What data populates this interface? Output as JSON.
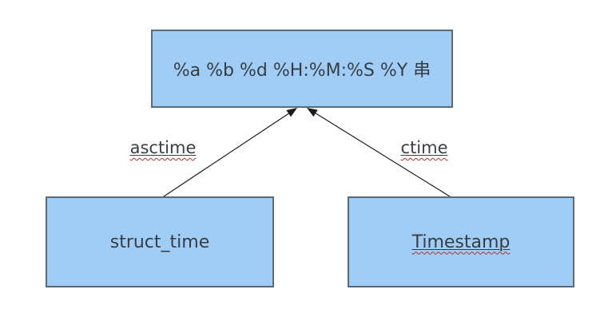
{
  "diagram": {
    "nodes": [
      {
        "id": "format-string",
        "label": "%a %b %d %H:%M:%S %Y 串",
        "underlined": false
      },
      {
        "id": "struct-time",
        "label": "struct_time",
        "underlined": false
      },
      {
        "id": "timestamp",
        "label": "Timestamp",
        "underlined": true
      }
    ],
    "edges": [
      {
        "label": "asctime",
        "from": "struct-time",
        "to": "format-string"
      },
      {
        "label": "ctime",
        "from": "timestamp",
        "to": "format-string"
      }
    ],
    "colors": {
      "background": "#ffffff",
      "node_fill": "#a0cdf5",
      "node_border": "#5d6875",
      "text": "#3a3f45",
      "arrow": "#1c1c1c",
      "squiggle": "#b03030"
    }
  }
}
